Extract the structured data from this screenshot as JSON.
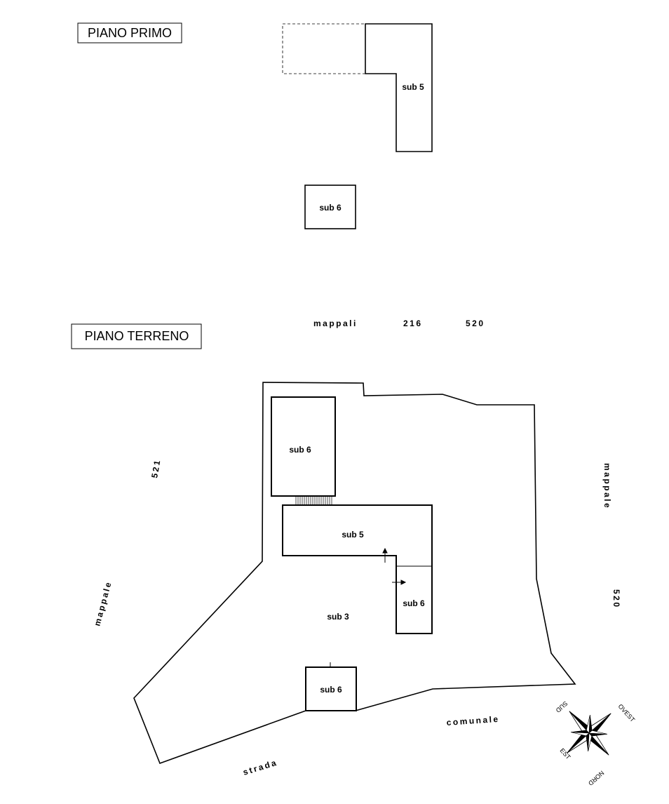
{
  "floors": {
    "upper": {
      "title": "PIANO  PRIMO"
    },
    "ground": {
      "title": "PIANO  TERRENO"
    }
  },
  "upper_units": {
    "sub5": "sub 5",
    "sub6": "sub 6"
  },
  "ground_units": {
    "sub6_north": "sub 6",
    "sub5": "sub 5",
    "sub6_east": "sub 6",
    "sub3": "sub 3",
    "sub6_south": "sub 6"
  },
  "boundary_labels": {
    "top_word": "mappali",
    "top_num1": "216",
    "top_num2": "520",
    "left_num": "521",
    "left_word": "mappale",
    "right_word": "mappale",
    "right_num": "520",
    "road_word1": "strada",
    "road_word2": "comunale"
  },
  "compass": {
    "north": "NORD",
    "south": "SUD",
    "east": "EST",
    "west": "OVEST",
    "icon": "compass-rose-icon"
  }
}
